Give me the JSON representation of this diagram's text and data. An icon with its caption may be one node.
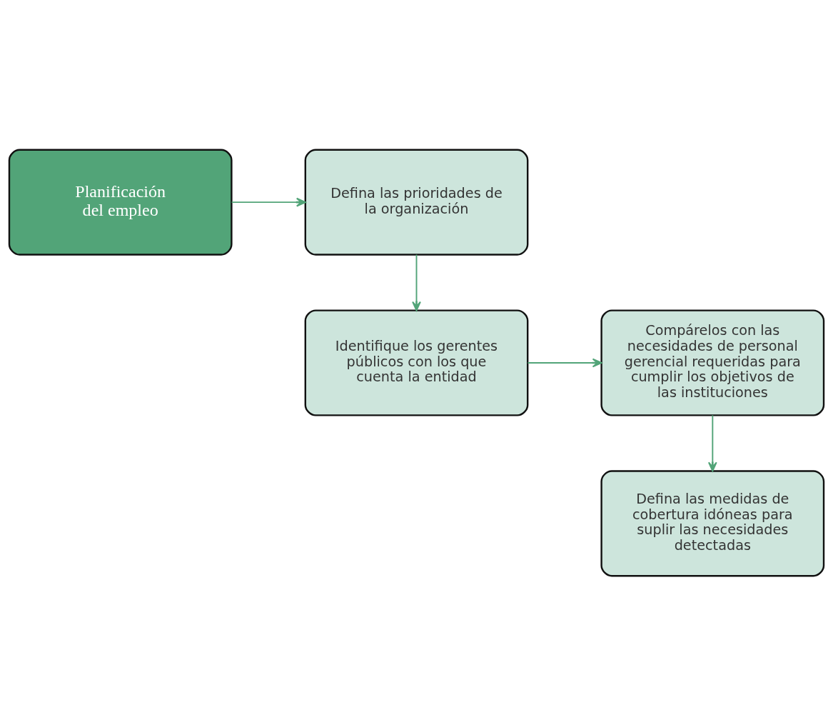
{
  "diagram": {
    "nodes": [
      {
        "text": [
          "Planificación del empleo"
        ]
      },
      {
        "text": [
          "Defina las prioridades de la organización"
        ]
      },
      {
        "text": [
          "Identifique los gerentes públicos con los que cuenta la entidad"
        ]
      },
      {
        "text": [
          "Compárelos con las necesidades de personal gerencial requeridas para cumplir los objetivos de las instituciones"
        ]
      },
      {
        "text": [
          "Defina las medidas de cobertura idóneas para suplir las necesidades detectadas"
        ]
      }
    ],
    "edges": [
      {
        "from": 0,
        "to": 1,
        "arrow": "to"
      },
      {
        "from": 1,
        "to": 2,
        "arrow": "to"
      },
      {
        "from": 2,
        "to": 3,
        "arrow": "to"
      },
      {
        "from": 3,
        "to": 4,
        "arrow": "to"
      }
    ]
  }
}
